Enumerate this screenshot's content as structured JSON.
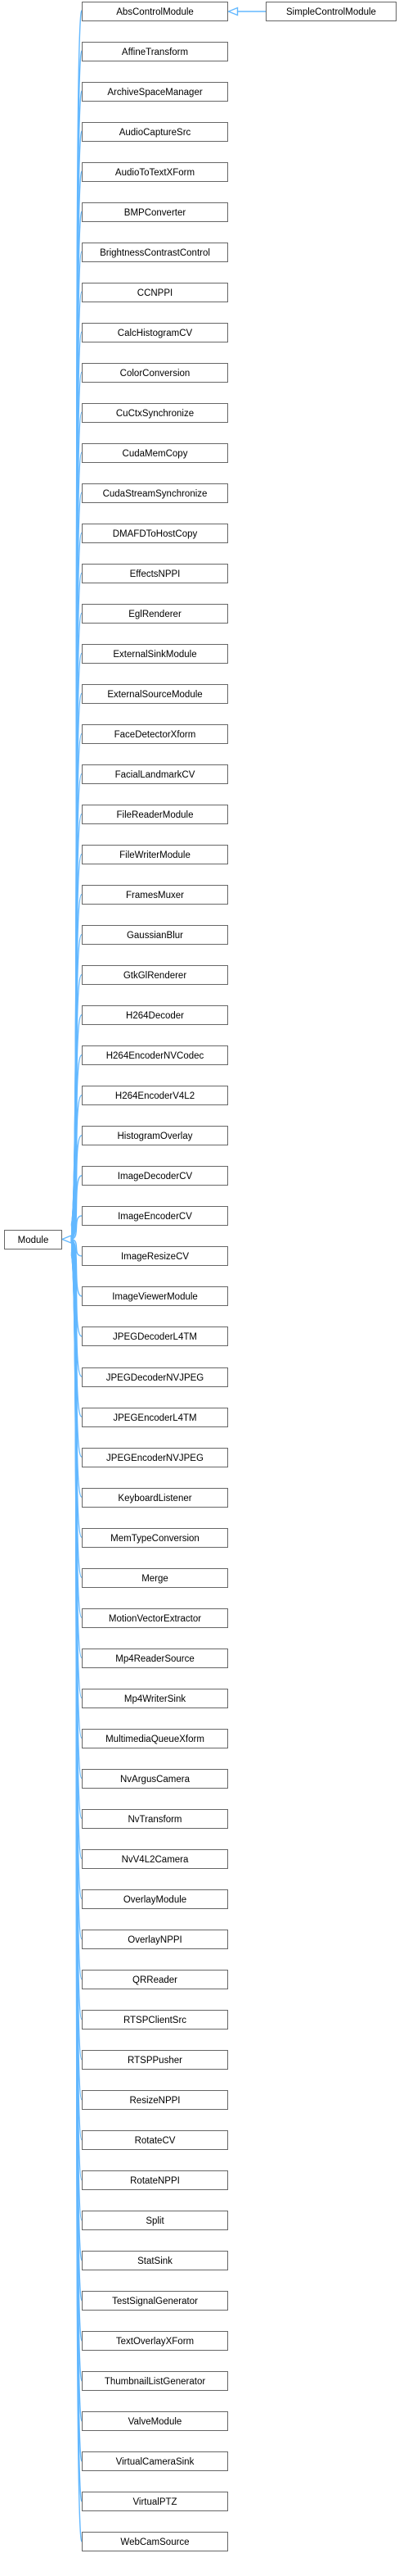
{
  "diagram": {
    "base": "Module",
    "children": [
      "AbsControlModule",
      "AffineTransform",
      "ArchiveSpaceManager",
      "AudioCaptureSrc",
      "AudioToTextXForm",
      "BMPConverter",
      "BrightnessContrastControl",
      "CCNPPI",
      "CalcHistogramCV",
      "ColorConversion",
      "CuCtxSynchronize",
      "CudaMemCopy",
      "CudaStreamSynchronize",
      "DMAFDToHostCopy",
      "EffectsNPPI",
      "EglRenderer",
      "ExternalSinkModule",
      "ExternalSourceModule",
      "FaceDetectorXform",
      "FacialLandmarkCV",
      "FileReaderModule",
      "FileWriterModule",
      "FramesMuxer",
      "GaussianBlur",
      "GtkGlRenderer",
      "H264Decoder",
      "H264EncoderNVCodec",
      "H264EncoderV4L2",
      "HistogramOverlay",
      "ImageDecoderCV",
      "ImageEncoderCV",
      "ImageResizeCV",
      "ImageViewerModule",
      "JPEGDecoderL4TM",
      "JPEGDecoderNVJPEG",
      "JPEGEncoderL4TM",
      "JPEGEncoderNVJPEG",
      "KeyboardListener",
      "MemTypeConversion",
      "Merge",
      "MotionVectorExtractor",
      "Mp4ReaderSource",
      "Mp4WriterSink",
      "MultimediaQueueXform",
      "NvArgusCamera",
      "NvTransform",
      "NvV4L2Camera",
      "OverlayModule",
      "OverlayNPPI",
      "QRReader",
      "RTSPClientSrc",
      "RTSPPusher",
      "ResizeNPPI",
      "RotateCV",
      "RotateNPPI",
      "Split",
      "StatSink",
      "TestSignalGenerator",
      "TextOverlayXForm",
      "ThumbnailListGenerator",
      "ValveModule",
      "VirtualCameraSink",
      "VirtualPTZ",
      "WebCamSource"
    ],
    "grandchild": {
      "parent": "AbsControlModule",
      "name": "SimpleControlModule"
    },
    "colors": {
      "edge": "#63b8ff",
      "node_border": "#666666",
      "node_fill": "#ffffff",
      "text": "#000000"
    }
  }
}
